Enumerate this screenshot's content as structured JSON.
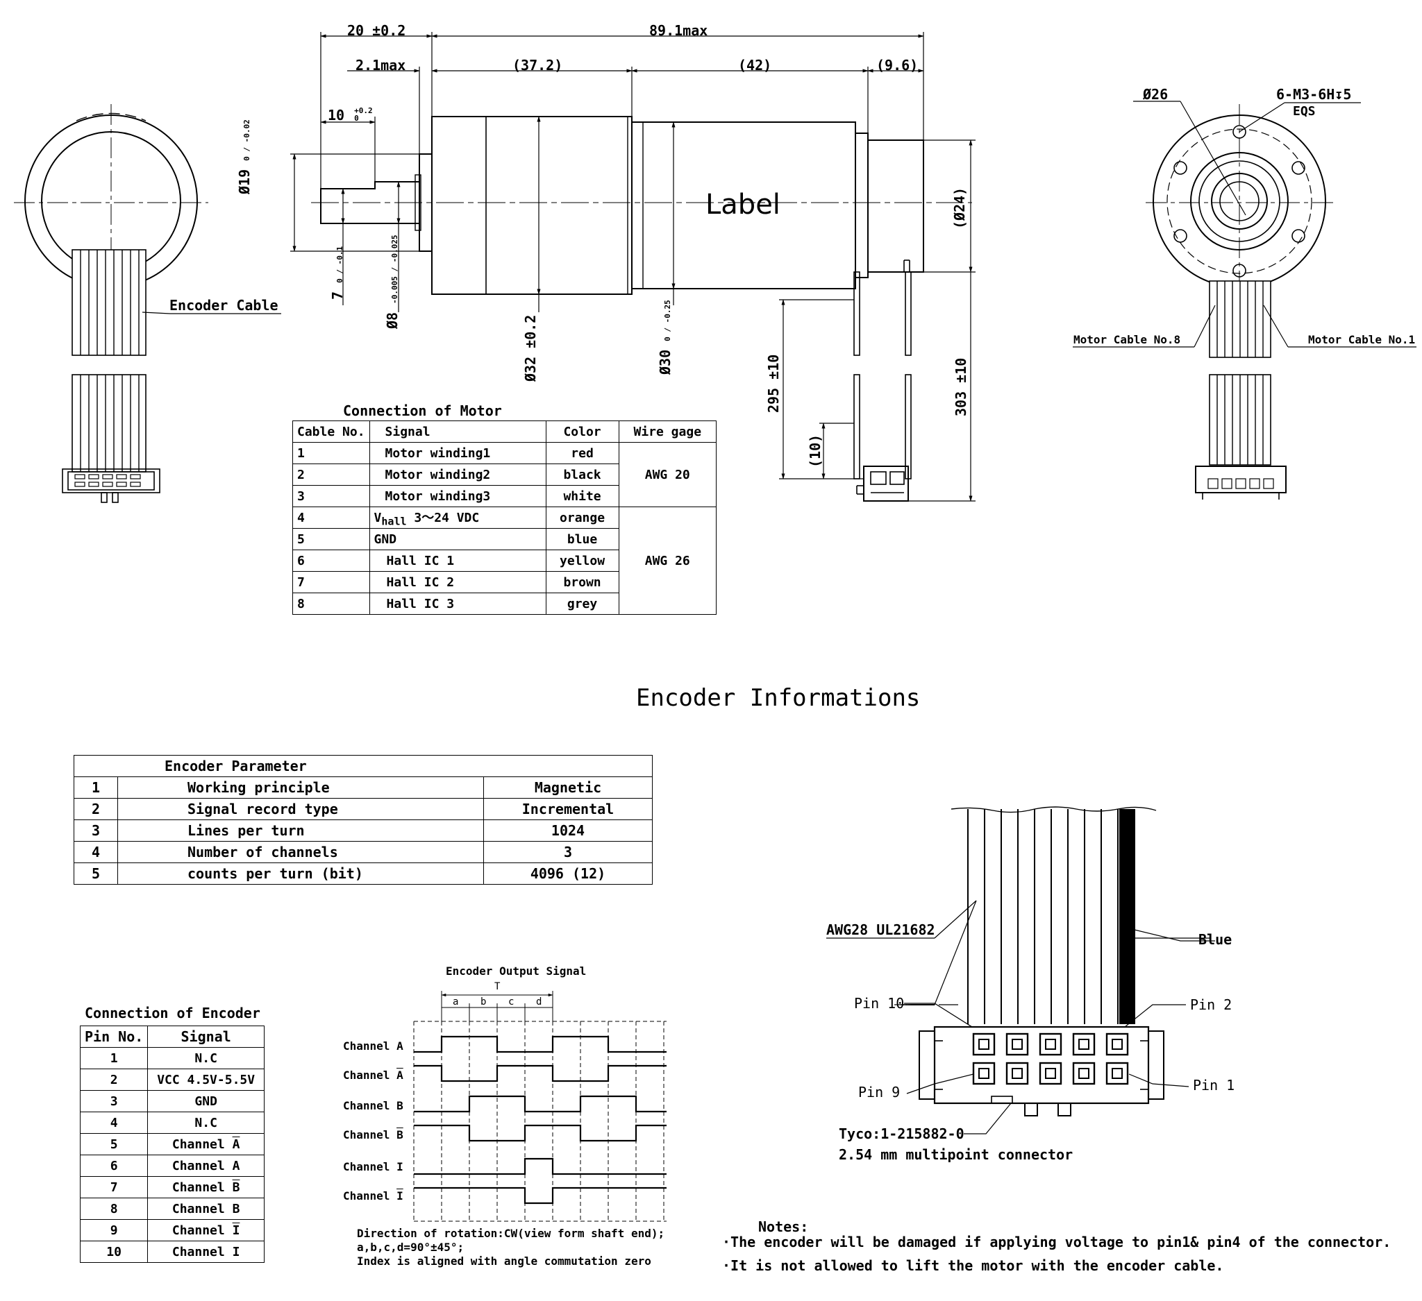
{
  "drawing": {
    "dims": {
      "shaft_len": "20 ±0.2",
      "total_len": "89.1max",
      "flange": "2.1max",
      "gearbox": "(37.2)",
      "motor": "(42)",
      "rear": "(9.6)",
      "flat_len": "10",
      "flat_tol_top": "+0.2",
      "flat_tol_bot": "0",
      "pilot_dia": "Ø19",
      "pilot_tol": "0 / -0.02",
      "flat_height": "7",
      "flat_height_tol": "0 / -0.1",
      "shaft_dia": "Ø8",
      "shaft_tol": "-0.005 / -0.025",
      "gear_dia": "Ø32 ±0.2",
      "motor_dia": "Ø30",
      "motor_dia_tol": "0 / -0.25",
      "rear_dia": "(Ø24)",
      "cable_295": "295 ±10",
      "cable_303": "303 ±10",
      "cable_10": "(10)",
      "label": "Label",
      "encoder_cable": "Encoder Cable",
      "bolt_circle": "Ø26",
      "thread": "6-M3-6H↧5",
      "eqs": "EQS",
      "motor_cable_8": "Motor Cable No.8",
      "motor_cable_1": "Motor Cable No.1"
    }
  },
  "motor_table": {
    "title": "Connection of Motor",
    "headers": [
      "Cable No.",
      "Signal",
      "Color",
      "Wire gage"
    ],
    "rows": [
      {
        "no": "1",
        "signal": "Motor winding1",
        "color": "red"
      },
      {
        "no": "2",
        "signal": "Motor winding2",
        "color": "black"
      },
      {
        "no": "3",
        "signal": "Motor winding3",
        "color": "white"
      },
      {
        "no": "4",
        "signal_a": "V",
        "signal_sub": "hall",
        "signal_b": " 3～24 VDC",
        "color": "orange"
      },
      {
        "no": "5",
        "signal": "GND",
        "color": "blue"
      },
      {
        "no": "6",
        "signal": "Hall IC 1",
        "color": "yellow"
      },
      {
        "no": "7",
        "signal": "Hall IC 2",
        "color": "brown"
      },
      {
        "no": "8",
        "signal": "Hall IC 3",
        "color": "grey"
      }
    ],
    "gage_20": "AWG 20",
    "gage_26": "AWG 26"
  },
  "section_title": "Encoder Informations",
  "encoder_params": {
    "title": "Encoder Parameter",
    "rows": [
      {
        "no": "1",
        "name": "Working principle",
        "value": "Magnetic"
      },
      {
        "no": "2",
        "name": "Signal record type",
        "value": "Incremental"
      },
      {
        "no": "3",
        "name": "Lines per turn",
        "value": "1024"
      },
      {
        "no": "4",
        "name": "Number of channels",
        "value": "3"
      },
      {
        "no": "5",
        "name": "counts per turn (bit)",
        "value": "4096 (12)"
      }
    ]
  },
  "encoder_conn": {
    "title": "Connection of Encoder",
    "headers": [
      "Pin No.",
      "Signal"
    ],
    "rows": [
      {
        "no": "1",
        "signal": "N.C",
        "bar": false
      },
      {
        "no": "2",
        "signal": "VCC 4.5V-5.5V",
        "bar": false
      },
      {
        "no": "3",
        "signal": "GND",
        "bar": false
      },
      {
        "no": "4",
        "signal": "N.C",
        "bar": false
      },
      {
        "no": "5",
        "signal_a": "Channel ",
        "signal_letter": "A",
        "bar": true
      },
      {
        "no": "6",
        "signal": "Channel A",
        "bar": false
      },
      {
        "no": "7",
        "signal_a": "Channel ",
        "signal_letter": "B",
        "bar": true
      },
      {
        "no": "8",
        "signal": "Channel B",
        "bar": false
      },
      {
        "no": "9",
        "signal_a": "Channel ",
        "signal_letter": "I",
        "bar": true
      },
      {
        "no": "10",
        "signal": "Channel I",
        "bar": false
      }
    ]
  },
  "timing": {
    "title": "Encoder Output Signal",
    "period": "T",
    "phases": [
      "a",
      "b",
      "c",
      "d"
    ],
    "channels": [
      {
        "name_a": "Channel ",
        "letter": "A",
        "bar": false
      },
      {
        "name_a": "Channel ",
        "letter": "A",
        "bar": true
      },
      {
        "name_a": "Channel ",
        "letter": "B",
        "bar": false
      },
      {
        "name_a": "Channel ",
        "letter": "B",
        "bar": true
      },
      {
        "name_a": "Channel ",
        "letter": "I",
        "bar": false
      },
      {
        "name_a": "Channel ",
        "letter": "I",
        "bar": true
      }
    ],
    "note1": "Direction of rotation:CW(view form shaft end);",
    "note2": "a,b,c,d=90°±45°;",
    "note3": "Index is aligned with angle commutation zero"
  },
  "connector": {
    "cable": "AWG28 UL21682",
    "blue": "Blue",
    "pin10": "Pin 10",
    "pin2": "Pin 2",
    "pin9": "Pin 9",
    "pin1": "Pin 1",
    "part": "Tyco:1-215882-0",
    "desc": "2.54 mm multipoint connector"
  },
  "notes": {
    "title": "Notes:",
    "items": [
      "·The encoder will be damaged if applying voltage to pin1& pin4 of the connector.",
      "·It is not allowed to lift the motor with the encoder cable."
    ]
  },
  "colors": {
    "line": "#000000",
    "background": "#ffffff"
  }
}
